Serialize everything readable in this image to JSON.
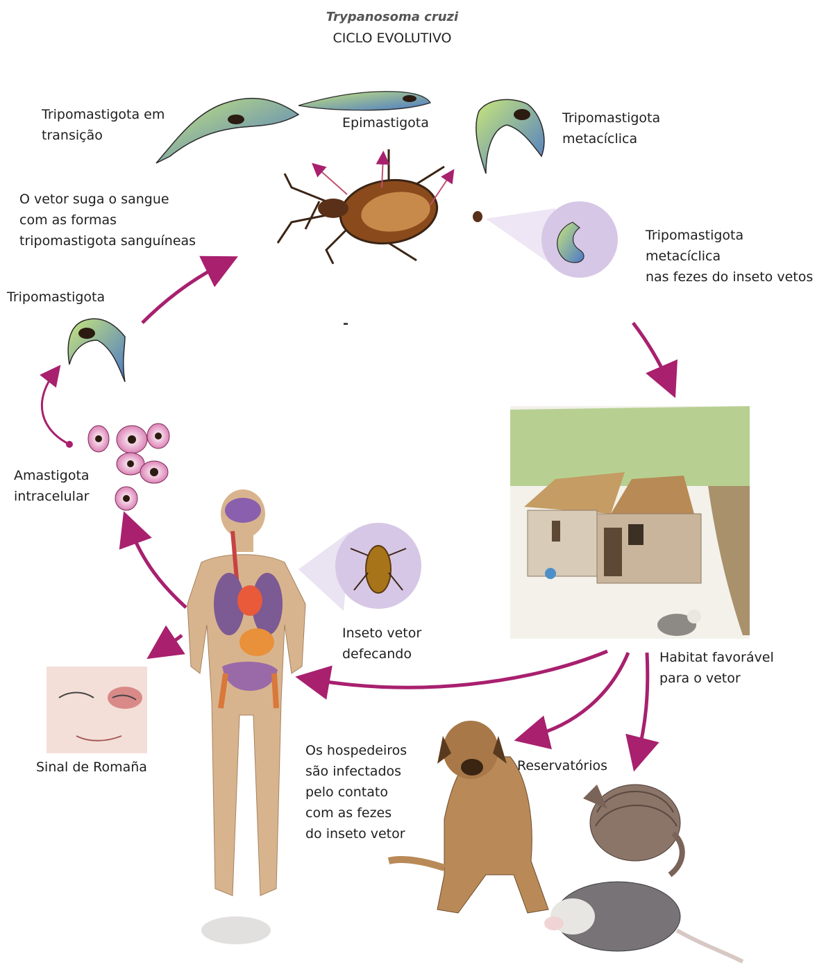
{
  "title": {
    "species": "Trypanosoma cruzi",
    "subtitle": "CICLO EVOLUTIVO"
  },
  "labels": {
    "tripomastigota_transicao": "Tripomastigota em\ntransição",
    "epimastigota": "Epimastigota",
    "tripomastigota_metaciclica": "Tripomastigota\nmetacíclica",
    "vetor_suga": "O  vetor suga o sangue\ncom as formas\ntripomastigota  sanguíneas",
    "tripomastigota_fezes": "Tripomastigota\nmetacíclica\nnas fezes do inseto vetos",
    "tripomastigota": "Tripomastigota",
    "amastigota": "Amastigota\nintracelular",
    "inseto_defecando": "Inseto vetor\ndefecando",
    "habitat": "Habitat favorável\npara o vetor",
    "hospedeiros": "Os hospedeiros\nsão infectados\npelo contato\ncom as fezes\ndo inseto vetor",
    "reservatorios": "Reservatórios",
    "sinal_romana": "Sinal de Romaña"
  },
  "colors": {
    "arrow": "#a8206e",
    "parasite_green": "#9fd36a",
    "parasite_blue": "#4b78c8",
    "cell_pink": "#e8a4c8",
    "skin": "#d8b48e",
    "insect": "#8a4a1c",
    "bubble": "#d7c7e6"
  }
}
